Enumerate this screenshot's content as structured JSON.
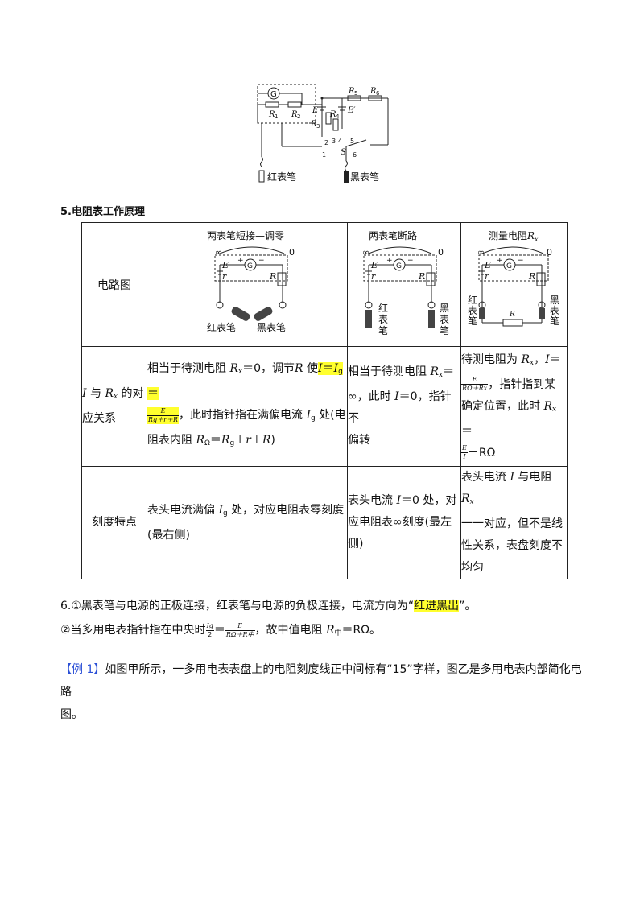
{
  "top_circuit": {
    "G": "G",
    "R1": "R",
    "R1_sub": "1",
    "R2": "R",
    "R2_sub": "2",
    "E": "E",
    "R3": "R",
    "R3_sub": "3",
    "R4": "R",
    "R4_sub": "4",
    "R5": "R",
    "R5_sub": "5",
    "R6": "R",
    "R6_sub": "6",
    "Eprime": "E′",
    "S": "S",
    "n1": "1",
    "n2": "2",
    "n3": "3",
    "n4": "4",
    "n5": "5",
    "n6": "6",
    "red_pen": "红表笔",
    "black_pen": "黑表笔"
  },
  "section5": {
    "title": "5.电阻表工作原理"
  },
  "table": {
    "row1_label": "电路图",
    "diag1_title": "两表笔短接—调零",
    "diag2_title": "两表笔断路",
    "diag3_title": "测量电阻",
    "diag3_title_var": "R",
    "diag3_title_sub": "x",
    "inf": "∞",
    "zero": "0",
    "E": "E",
    "r": "r",
    "R": "R",
    "G": "G",
    "plus": "+",
    "minus": "−",
    "red_pen": "红表笔",
    "black_pen": "黑表笔",
    "red_v1": "红",
    "red_v2": "表",
    "red_v3": "笔",
    "black_v1": "黑",
    "black_v2": "表",
    "black_v3": "笔",
    "rx_label": "R",
    "row2_label": {
      "l1_a": "I",
      "l1_b": " 与 ",
      "l1_c": "R",
      "l1_d": "x",
      "l1_e": " 的对",
      "l2": "应关系"
    },
    "row2_c1": {
      "l1_a": "相当于待测电阻 ",
      "l1_b": "R",
      "l1_c": "x",
      "l1_d": "＝0，调节",
      "l1_e": "R",
      "l1_f": " 使",
      "hl_a": "I",
      "hl_b": "＝",
      "hl_c": "I",
      "hl_d": "g",
      "hl_e": "＝",
      "frac_num": "E",
      "frac_den": "Rg＋r＋R",
      "l2_rest_a": "，此时指针指在满偏电流 ",
      "l2_rest_b": "I",
      "l2_rest_c": "g",
      "l2_rest_d": " 处(电",
      "l3_a": "阻表内阻 ",
      "l3_b": "R",
      "l3_c": "Ω",
      "l3_d": "＝",
      "l3_e": "R",
      "l3_f": "g",
      "l3_g": "＋",
      "l3_h": "r",
      "l3_i": "＋",
      "l3_j": "R",
      "l3_k": ")"
    },
    "row2_c2": {
      "l1_a": "相当于待测电阻 ",
      "l1_b": "R",
      "l1_c": "x",
      "l1_d": "＝",
      "l2_a": "∞，此时 ",
      "l2_b": "I",
      "l2_c": "＝0，指针不",
      "l3": "偏转"
    },
    "row2_c3": {
      "l1_a": "待测电阻为 ",
      "l1_b": "R",
      "l1_c": "x",
      "l1_d": "，",
      "l1_e": "I",
      "l1_f": "＝",
      "frac_num": "E",
      "frac_den": "RΩ＋Rx",
      "l2_rest": "，指针指到某",
      "l3_a": "确定位置，此时 ",
      "l3_b": "R",
      "l3_c": "x",
      "l3_d": "＝",
      "l4_frac_num": "E",
      "l4_frac_den": "I",
      "l4_rest": "－RΩ"
    },
    "row3_label": "刻度特点",
    "row3_c1": {
      "l1_a": "表头电流满偏 ",
      "l1_b": "I",
      "l1_c": "g",
      "l1_d": " 处，对应电阻表零刻度",
      "l2": "(最右侧)"
    },
    "row3_c2": {
      "l1_a": "表头电流 ",
      "l1_b": "I",
      "l1_c": "＝0 处，对",
      "l2": "应电阻表∞刻度(最左",
      "l3": "侧)"
    },
    "row3_c3": {
      "l1_a": "表头电流 ",
      "l1_b": "I",
      "l1_c": " 与电阻 ",
      "l1_d": "R",
      "l1_e": "x",
      "l2": "一一对应，但不是线",
      "l3": "性关系，表盘刻度不",
      "l4": "均匀"
    }
  },
  "item6": {
    "p1_a": "6.①黑表笔与电源的正极连接，红表笔与电源的负极连接，电流方向为“",
    "p1_hl": "红进黑出",
    "p1_b": "”。",
    "p2_a": "②当多用电表指针指在中央时",
    "p2_frac1_num": "Ig",
    "p2_frac1_den": "2",
    "p2_eq": "＝",
    "p2_frac2_num": "E",
    "p2_frac2_den": "RΩ＋R中",
    "p2_b": "，故中值电阻 ",
    "p2_c": "R",
    "p2_d": "中",
    "p2_e": "＝RΩ。"
  },
  "example": {
    "tag": "【例 1】",
    "l1": "如图甲所示，一多用电表表盘上的电阻刻度线正中间标有“15”字样，图乙是多用电表内部简化电路",
    "l2": "图。"
  },
  "colors": {
    "highlight": "#ffff2e",
    "example_tag": "#2a4fd6"
  }
}
